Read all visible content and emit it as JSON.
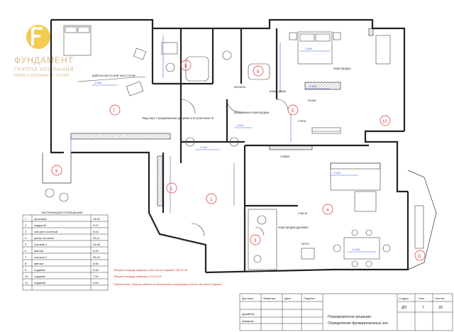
{
  "logo": {
    "name": "ФУНДАМЕНТ",
    "group": "ГРУППА КОМПАНИЙ",
    "url": "WWW.FUNDAMENT.COMP..."
  },
  "room_labels": [
    "7",
    "8",
    "5",
    "6",
    "10",
    "9",
    "2",
    "1",
    "4",
    "3",
    "11"
  ],
  "annotations": {
    "workplace": "рабочее место или туал.столик",
    "tv_shelving": "Ледсоорт с раздвижными дверями и встроенным тв",
    "sliding_partitions": "раздвижные перегородки",
    "column": "колонна",
    "partition_upper": "перегородка",
    "shelves_upper": "полка",
    "sliding_door": "раздв.дверь",
    "wall_label": "стена",
    "counter": "стойка",
    "sliding_partition_2": "перегородка-душевая",
    "washer": "стир.м",
    "boiler": "котёл",
    "dim_1400": "1.400",
    "dim_3900": "3.900",
    "dim_1900": "1.900",
    "dim_2010": "2.010",
    "dim_1210": "1.210",
    "dim_6000": "6.000",
    "dim_1640": "1.640"
  },
  "explication": {
    "title": "ЭКСПЛИКАЦИЯ ПОМЕЩЕНИЙ",
    "rows": [
      {
        "num": "1",
        "name": "прихожая",
        "area": "18,91"
      },
      {
        "num": "2",
        "name": "гардероб",
        "area": "6,07"
      },
      {
        "num": "3",
        "name": "сан.узел гостевой",
        "area": "5,04"
      },
      {
        "num": "4",
        "name": "кухня-гостиная",
        "area": "45,11"
      },
      {
        "num": "5",
        "name": "спальня 1",
        "area": "24,06"
      },
      {
        "num": "6",
        "name": "ванная",
        "area": "5,90"
      },
      {
        "num": "7",
        "name": "спальня 2",
        "area": "36,44"
      },
      {
        "num": "8",
        "name": "ванная",
        "area": "6,56"
      },
      {
        "num": "9",
        "name": "лоджия1",
        "area": "5,90"
      },
      {
        "num": "10",
        "name": "лоджия2",
        "area": "7,52"
      },
      {
        "num": "11",
        "name": "лоджия3",
        "area": "6,63"
      }
    ],
    "note_total_no_loggia": "Общая площадь квартиры (без учета лоджий) 150,67 м²",
    "note_total": "Общая площадь квартиры 173,10 м²",
    "note_remark": "Примечание: Закупку мебели и светильники производить после чистовой отделки"
  },
  "title_block": {
    "col_doc": "Док.мент",
    "col_surname": "Фамилия",
    "col_date": "Дата",
    "col_sign": "Подпись",
    "row_designer": "Дизайнер",
    "row_client": "Заказчик",
    "project_line1": "Планировочное решение.",
    "project_line2": "Определение функциональных зон",
    "stage_label": "Стадия",
    "sheet_label": "Лист",
    "sheets_label": "Листов",
    "stage_value": "ДП",
    "sheet_value": "7",
    "sheets_value": "20"
  }
}
